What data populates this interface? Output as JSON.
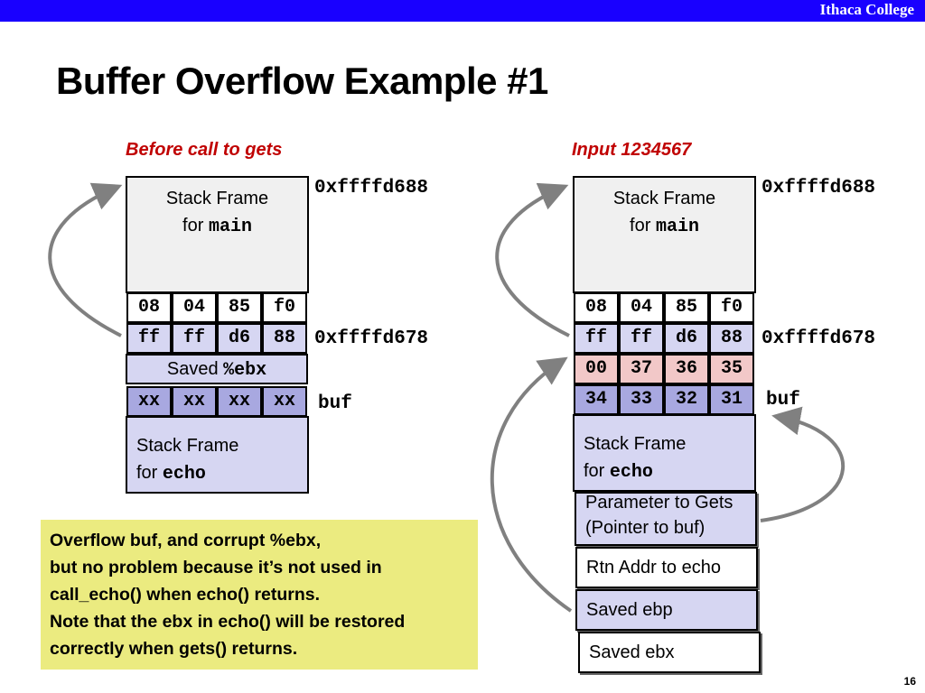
{
  "header": {
    "college": "Ithaca College"
  },
  "title": "Buffer Overflow Example #1",
  "left": {
    "caption": "Before call to gets",
    "frame_main": {
      "line1": "Stack Frame",
      "line2_prefix": "for ",
      "line2_code": "main"
    },
    "row1": [
      "08",
      "04",
      "85",
      "f0"
    ],
    "row2": [
      "ff",
      "ff",
      "d6",
      "88"
    ],
    "saved_ebx": {
      "prefix": "Saved ",
      "code": "%ebx"
    },
    "buf_row": [
      "xx",
      "xx",
      "xx",
      "xx"
    ],
    "frame_echo": {
      "line1": "Stack Frame",
      "line2_prefix": "for ",
      "line2_code": "echo"
    },
    "addr_top": "0xffffd688",
    "addr_mid": "0xffffd678",
    "buf_label": "buf"
  },
  "right": {
    "caption": "Input 1234567",
    "frame_main": {
      "line1": "Stack Frame",
      "line2_prefix": "for ",
      "line2_code": "main"
    },
    "row1": [
      "08",
      "04",
      "85",
      "f0"
    ],
    "row2": [
      "ff",
      "ff",
      "d6",
      "88"
    ],
    "row3": [
      "00",
      "37",
      "36",
      "35"
    ],
    "buf_row": [
      "34",
      "33",
      "32",
      "31"
    ],
    "frame_echo": {
      "line1": "Stack Frame",
      "line2_prefix": "for ",
      "line2_code": "echo"
    },
    "addr_top": "0xffffd688",
    "addr_mid": "0xffffd678",
    "buf_label": "buf",
    "param": {
      "line1": "Parameter to Gets",
      "line2": "(Pointer to buf)"
    },
    "rtn_addr": "Rtn Addr to echo",
    "saved_ebp": "Saved ebp",
    "saved_ebx": "Saved ebx"
  },
  "note": {
    "lines": [
      "Overflow buf, and corrupt %ebx,",
      "but no problem because it’s not used in",
      "call_echo() when echo() returns.",
      "Note that the ebx in echo() will be restored",
      "correctly when gets() returns."
    ]
  },
  "page_number": "16",
  "colors": {
    "topbar": "#1900ff",
    "caption": "#c00000",
    "frame_main": "#f0f0f0",
    "frame_echo": "#d6d6f2",
    "buf_cells_left": "#a8a8e0",
    "corrupted_cells": "#f2c8c8",
    "note_bg": "#ebeb80",
    "arrow": "#808080"
  }
}
